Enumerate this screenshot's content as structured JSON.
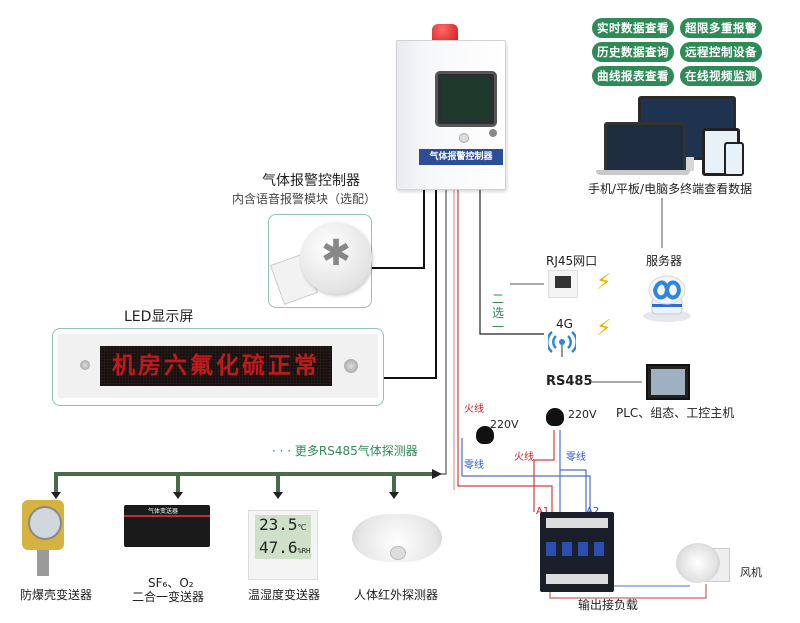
{
  "features": [
    "实时数据查看",
    "超限多重报警",
    "历史数据查询",
    "远程控制设备",
    "曲线报表查看",
    "在线视频监测"
  ],
  "controller": {
    "title": "气体报警控制器",
    "subtitle": "内含语音报警模块（选配）",
    "panel_label": "气体报警控制器"
  },
  "terminals": {
    "caption": "手机/平板/电脑多终端查看数据"
  },
  "server": {
    "label": "服务器"
  },
  "network": {
    "rj45_label": "RJ45网口",
    "g4_label": "4G",
    "choose_one_label": [
      "二",
      "选",
      "一"
    ],
    "rs485_label": "RS485",
    "plc_label": "PLC、组态、工控主机"
  },
  "led": {
    "title": "LED显示屏",
    "message": "机房六氟化硫正常"
  },
  "power": {
    "live_label": "火线",
    "neutral_label": "零线",
    "voltage_1": "220V",
    "voltage_2": "220V",
    "a1": "A1",
    "a2": "A2"
  },
  "bus": {
    "more_detectors": "· · · 更多RS485气体探测器"
  },
  "devices": [
    {
      "label": "防爆壳变送器"
    },
    {
      "label_line1": "SF₆、O₂",
      "label_line2": "二合一变送器",
      "panel_text": "气体变送器"
    },
    {
      "label": "温湿度变送器",
      "temp": "23.5",
      "temp_unit": "℃",
      "humidity": "47.6",
      "humidity_unit": "%RH"
    },
    {
      "label": "人体红外探测器"
    }
  ],
  "output": {
    "contactor_label": "输出接负载",
    "fan_label": "风机"
  },
  "colors": {
    "pill_green": "#2e8b57",
    "live_red": "#d02020",
    "neutral_blue": "#2a58c8",
    "bus_green": "#4a6b4a",
    "panel_blue": "#2c4e9a"
  }
}
